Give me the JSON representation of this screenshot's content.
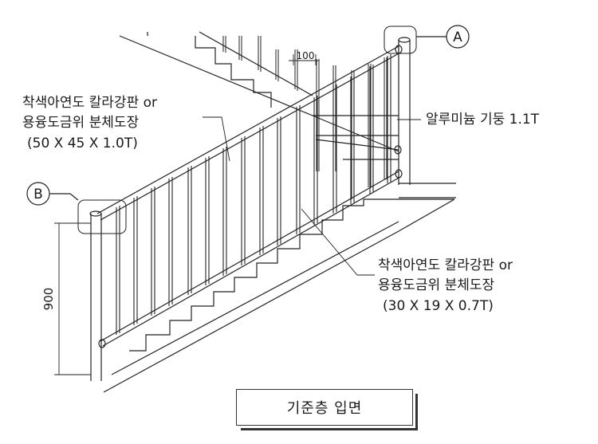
{
  "callouts": {
    "a_label": "A",
    "b_label": "B"
  },
  "dimensions": {
    "baluster_spacing": "100",
    "rail_height": "900"
  },
  "notes": {
    "top_rail_line1": "착색아연도 칼라강판 or",
    "top_rail_line2": "용융도금위 분체도장",
    "top_rail_line3": "(50 X 45 X 1.0T)",
    "post": "알루미늄 기둥 1.1T",
    "baluster_line1": "착색아연도 칼라강판 or",
    "baluster_line2": "용융도금위 분체도장",
    "baluster_line3": "(30 X 19 X 0.7T)"
  },
  "title": "기준층 입면"
}
